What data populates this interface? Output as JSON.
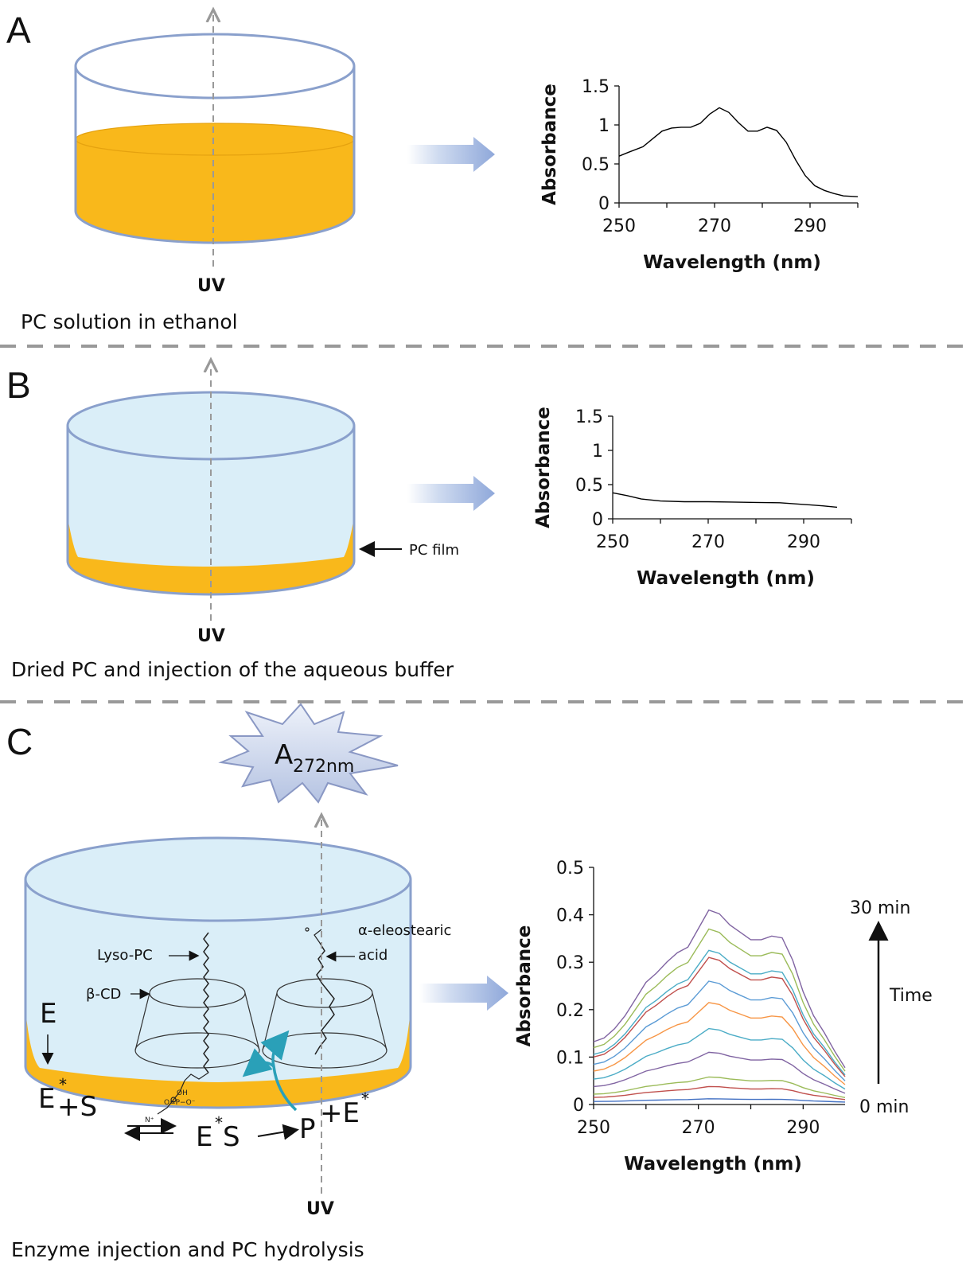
{
  "panels": {
    "a": {
      "letter": "A",
      "caption": "PC  solution in ethanol",
      "uv": "UV"
    },
    "b": {
      "letter": "B",
      "caption": "Dried PC and injection of the aqueous buffer",
      "uv": "UV",
      "film_label": "PC film"
    },
    "c": {
      "letter": "C",
      "caption": "Enzyme injection and PC hydrolysis",
      "uv": "UV",
      "burst_main": "A",
      "burst_sub": "272nm",
      "lyso_label": "Lyso-PC",
      "cd_label": "β-CD",
      "acid_label_1": "α-eleostearic",
      "acid_label_2": "acid",
      "scheme": {
        "E": "E",
        "E_star": "E",
        "star": "*",
        "plus_S": "+S",
        "ES_E": "E",
        "ES_S": "S",
        "P": "P",
        "plus_E": "+E"
      },
      "time_top": "30 min",
      "time_label": "Time",
      "time_bottom": "0 min"
    }
  },
  "colors": {
    "orange": "#F9B81B",
    "liquid": "#DAEEF8",
    "rim": "#7E98C8",
    "arrow": "#9DB3DE",
    "curve": "#000000"
  },
  "chart_data": [
    {
      "type": "line",
      "panel": "A",
      "xlabel": "Wavelength (nm)",
      "ylabel": "Absorbance",
      "xlim": [
        250,
        300
      ],
      "ylim": [
        0,
        1.5
      ],
      "xticks": [
        250,
        270,
        290
      ],
      "yticks": [
        0,
        0.5,
        1,
        1.5
      ],
      "series": [
        {
          "x": [
            250,
            252,
            255,
            257,
            259,
            261,
            263,
            265,
            267,
            269,
            271,
            273,
            275,
            277,
            279,
            281,
            283,
            285,
            287,
            289,
            291,
            293,
            295,
            297,
            300
          ],
          "y": [
            0.6,
            0.65,
            0.72,
            0.82,
            0.92,
            0.96,
            0.97,
            0.97,
            1.02,
            1.14,
            1.22,
            1.16,
            1.03,
            0.92,
            0.92,
            0.97,
            0.93,
            0.78,
            0.55,
            0.35,
            0.22,
            0.16,
            0.12,
            0.09,
            0.08
          ]
        }
      ]
    },
    {
      "type": "line",
      "panel": "B",
      "xlabel": "Wavelength (nm)",
      "ylabel": "Absorbance",
      "xlim": [
        250,
        300
      ],
      "ylim": [
        0,
        1.5
      ],
      "xticks": [
        250,
        270,
        290
      ],
      "yticks": [
        0,
        0.5,
        1,
        1.5
      ],
      "series": [
        {
          "x": [
            250,
            253,
            256,
            260,
            265,
            270,
            275,
            280,
            285,
            290,
            294,
            297
          ],
          "y": [
            0.38,
            0.34,
            0.29,
            0.26,
            0.25,
            0.25,
            0.245,
            0.24,
            0.235,
            0.21,
            0.19,
            0.17
          ]
        }
      ]
    },
    {
      "type": "line",
      "panel": "C",
      "xlabel": "Wavelength (nm)",
      "ylabel": "Absorbance",
      "xlim": [
        250,
        298
      ],
      "ylim": [
        0,
        0.5
      ],
      "xticks": [
        250,
        270,
        290
      ],
      "yticks": [
        0,
        0.1,
        0.2,
        0.3,
        0.4,
        0.5
      ],
      "x": [
        250,
        252,
        254,
        256,
        258,
        260,
        262,
        264,
        266,
        268,
        270,
        272,
        274,
        276,
        278,
        280,
        282,
        284,
        286,
        288,
        290,
        292,
        294,
        296,
        298
      ],
      "series": [
        {
          "color": "#4472C4",
          "peak": 0.012
        },
        {
          "color": "#C0504D",
          "peak": 0.038
        },
        {
          "color": "#9BBB59",
          "peak": 0.058
        },
        {
          "color": "#8064A2",
          "peak": 0.11
        },
        {
          "color": "#4BACC6",
          "peak": 0.16
        },
        {
          "color": "#F79646",
          "peak": 0.215
        },
        {
          "color": "#5B9BD5",
          "peak": 0.26
        },
        {
          "color": "#C0504D",
          "peak": 0.31
        },
        {
          "color": "#4BACC6",
          "peak": 0.325
        },
        {
          "color": "#9BBB59",
          "peak": 0.37
        },
        {
          "color": "#8064A2",
          "peak": 0.41
        }
      ],
      "shape": [
        0.29,
        0.31,
        0.36,
        0.43,
        0.52,
        0.61,
        0.66,
        0.72,
        0.77,
        0.8,
        0.9,
        1.0,
        0.98,
        0.92,
        0.88,
        0.84,
        0.84,
        0.86,
        0.85,
        0.73,
        0.56,
        0.43,
        0.34,
        0.24,
        0.15
      ]
    }
  ]
}
